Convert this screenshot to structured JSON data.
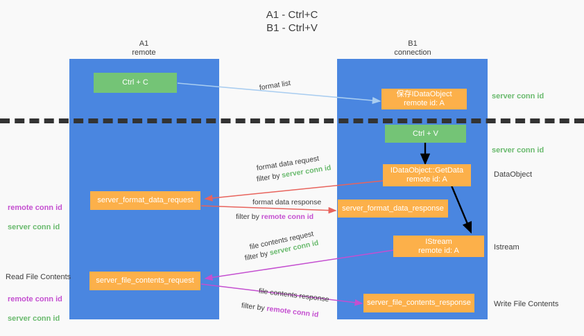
{
  "title": "A1 - Ctrl+C\nB1 - Ctrl+V",
  "lanes": [
    {
      "id": "a1",
      "name": "A1",
      "sub": "remote",
      "header": "A1\nremote",
      "color": "#4a86e0"
    },
    {
      "id": "b1",
      "name": "B1",
      "sub": "connection",
      "header": "B1\nconnection",
      "color": "#4a86e0"
    }
  ],
  "colors": {
    "lane_blue": "#4a86e0",
    "green_node": "#74c476",
    "orange_node": "#fcb04a",
    "green_text": "#6aba6e",
    "purple_text": "#c44fd0",
    "light_blue_arrow": "#a9cdf0",
    "red_arrow": "#e8635c",
    "magenta_arrow": "#c44fd0",
    "black_arrow": "#000000",
    "background": "#f9f9f9",
    "dashed_line": "#333333"
  },
  "nodes": [
    {
      "id": "ctrl-c",
      "label": "Ctrl + C",
      "style": "green"
    },
    {
      "id": "save-idataobject",
      "label": "保存IDataObject\nremote id: A",
      "style": "orange"
    },
    {
      "id": "ctrl-v",
      "label": "Ctrl + V",
      "style": "green"
    },
    {
      "id": "getdata",
      "label": "IDataObject::GetData\nremote id: A",
      "style": "orange"
    },
    {
      "id": "format-data-request",
      "label": "server_format_data_request",
      "style": "orange"
    },
    {
      "id": "format-data-response",
      "label": "server_format_data_response",
      "style": "orange"
    },
    {
      "id": "istream",
      "label": "IStream\nremote id: A",
      "style": "orange"
    },
    {
      "id": "file-contents-request",
      "label": "server_file_contents_request",
      "style": "orange"
    },
    {
      "id": "file-contents-response",
      "label": "server_file_contents_response",
      "style": "orange"
    }
  ],
  "edges": [
    {
      "id": "format-list",
      "caption": "format list"
    },
    {
      "id": "format-data-request",
      "caption": "format data request",
      "filter_prefix": "filter by ",
      "filter_term": "server conn id"
    },
    {
      "id": "format-data-response",
      "caption": "format data response",
      "filter_prefix": "filter by ",
      "filter_term": "remote conn id"
    },
    {
      "id": "file-contents-request",
      "caption": "file contents request",
      "filter_prefix": "filter by ",
      "filter_term": "server conn id"
    },
    {
      "id": "file-contents-response",
      "caption": "file contents response",
      "filter_prefix": "filter by ",
      "filter_term": "remote conn id"
    }
  ],
  "right_labels": [
    {
      "id": "server-conn-id-1",
      "text": "server conn id",
      "style": "green"
    },
    {
      "id": "server-conn-id-2",
      "text": "server conn id",
      "style": "green"
    },
    {
      "id": "dataobject",
      "text": "DataObject",
      "style": "dark"
    },
    {
      "id": "istream",
      "text": "Istream",
      "style": "dark"
    },
    {
      "id": "write-file",
      "text": "Write File Contents",
      "style": "dark"
    }
  ],
  "left_labels": [
    {
      "id": "conn-ids-1",
      "remote": "remote conn id",
      "server": "server conn id"
    },
    {
      "id": "read-file-title",
      "text": "Read File Contents"
    },
    {
      "id": "conn-ids-2",
      "remote": "remote conn id",
      "server": "server conn id"
    }
  ]
}
